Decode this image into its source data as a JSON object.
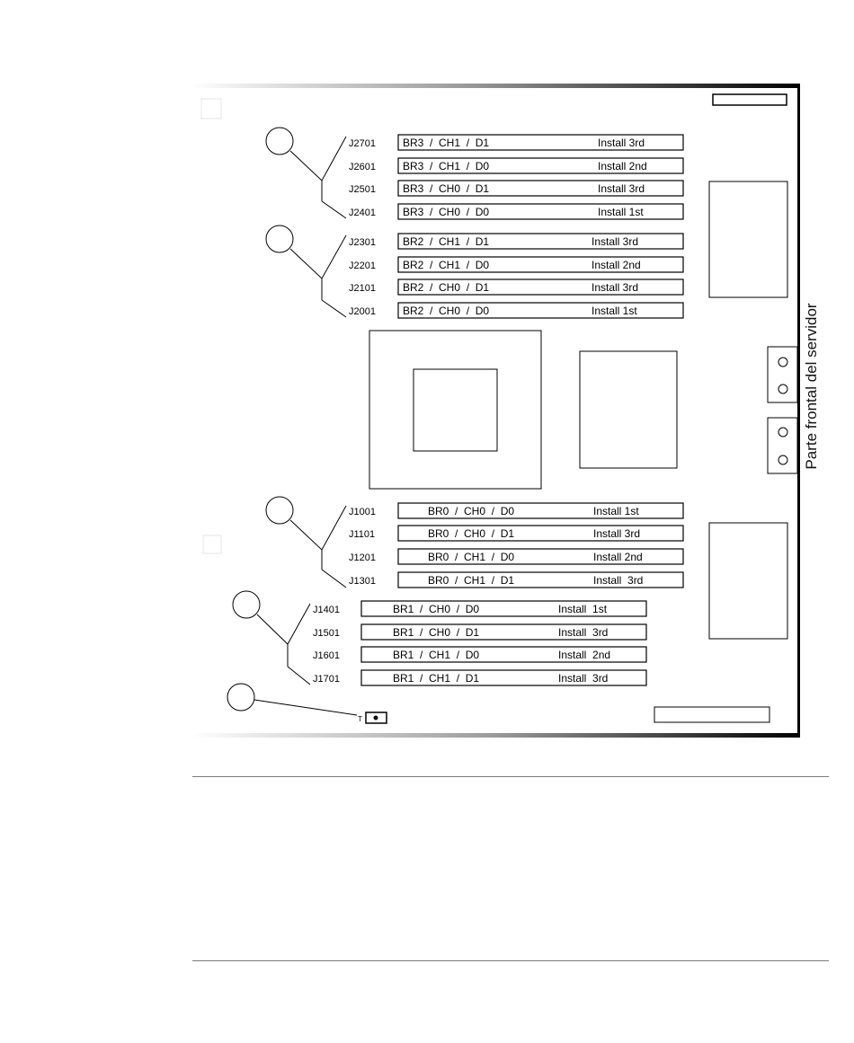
{
  "side_label": "Parte frontal del servidor",
  "slot_groups": [
    {
      "slots": [
        {
          "connector": "J2701",
          "channel": "BR3  /  CH1  /  D1",
          "install": "Install 3rd"
        },
        {
          "connector": "J2601",
          "channel": "BR3  /  CH1  /  D0",
          "install": "Install 2nd"
        },
        {
          "connector": "J2501",
          "channel": "BR3  /  CH0  /  D1",
          "install": "Install 3rd"
        },
        {
          "connector": "J2401",
          "channel": "BR3  /  CH0  /  D0",
          "install": "Install 1st"
        }
      ]
    },
    {
      "slots": [
        {
          "connector": "J2301",
          "channel": "BR2  /  CH1  /  D1",
          "install": "Install 3rd"
        },
        {
          "connector": "J2201",
          "channel": "BR2  /  CH1  /  D0",
          "install": "Install 2nd"
        },
        {
          "connector": "J2101",
          "channel": "BR2  /  CH0  /  D1",
          "install": "Install 3rd"
        },
        {
          "connector": "J2001",
          "channel": "BR2  /  CH0  /  D0",
          "install": "Install 1st"
        }
      ]
    },
    {
      "slots": [
        {
          "connector": "J1001",
          "channel": "BR0  /  CH0  /  D0",
          "install": "Install 1st"
        },
        {
          "connector": "J1101",
          "channel": "BR0  /  CH0  /  D1",
          "install": "Install 3rd"
        },
        {
          "connector": "J1201",
          "channel": "BR0  /  CH1  /  D0",
          "install": "Install 2nd"
        },
        {
          "connector": "J1301",
          "channel": "BR0  /  CH1  /  D1",
          "install": "Install  3rd"
        }
      ]
    },
    {
      "slots": [
        {
          "connector": "J1401",
          "channel": "BR1  /  CH0  /  D0",
          "install": "Install  1st"
        },
        {
          "connector": "J1501",
          "channel": "BR1  /  CH0  /  D1",
          "install": "Install  3rd"
        },
        {
          "connector": "J1601",
          "channel": "BR1  /  CH1  /  D0",
          "install": "Install  2nd"
        },
        {
          "connector": "J1701",
          "channel": "BR1  /  CH1  /  D1",
          "install": "Install  3rd"
        }
      ]
    }
  ],
  "button_label": "T"
}
